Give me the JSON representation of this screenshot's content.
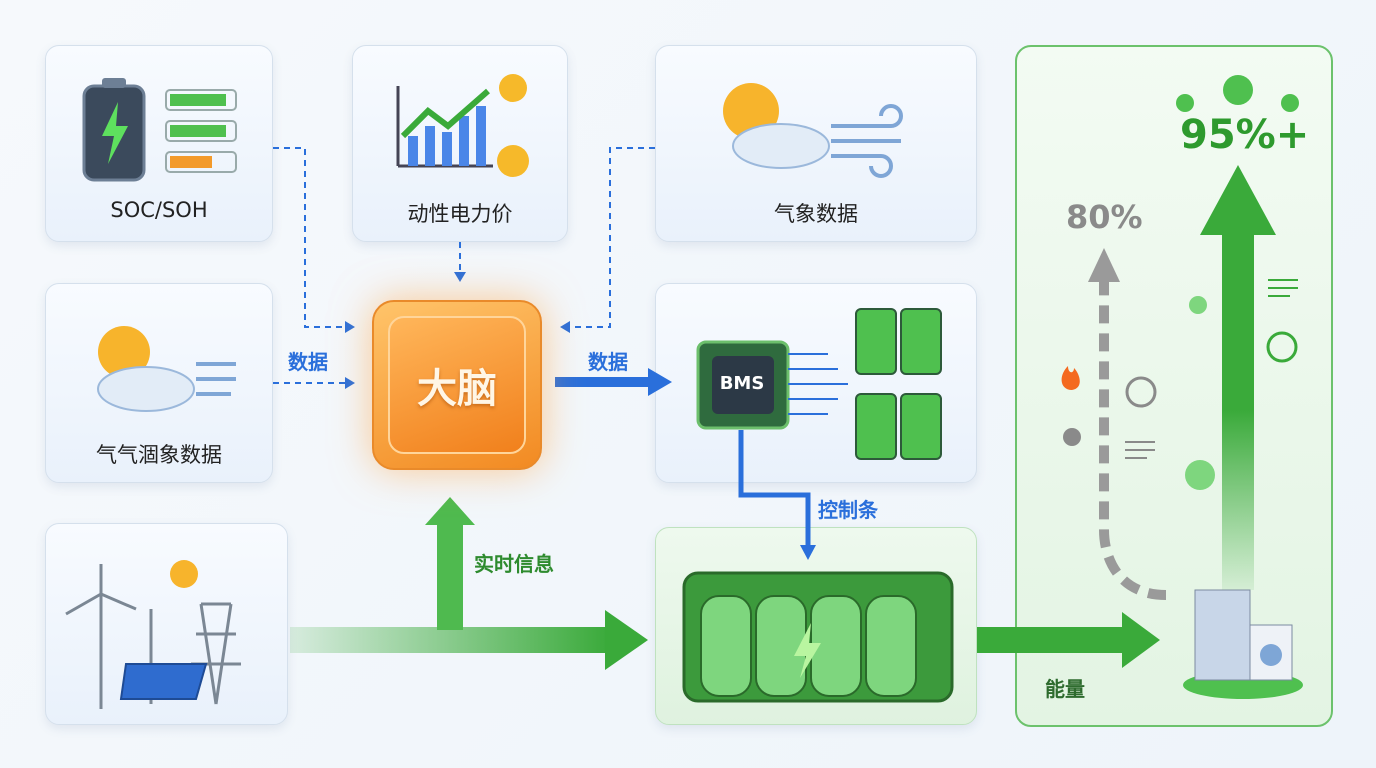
{
  "cards": {
    "soc": {
      "label": "SOC/SOH"
    },
    "price": {
      "label": "动性电力价"
    },
    "weather_top": {
      "label": "气象数据"
    },
    "weather_left": {
      "label": "气气涸象数据"
    },
    "bms": {
      "chip_label": "BMS"
    }
  },
  "brain": {
    "label": "大脑"
  },
  "flows": {
    "data_in": "数据",
    "data_out": "数据",
    "control": "控制条",
    "realtime": "实时信息",
    "energy": "能量"
  },
  "efficiency": {
    "low": "80%",
    "high": "95%+"
  },
  "colors": {
    "blue": "#2a6fdb",
    "green": "#3aaa3a",
    "orange": "#f28a22",
    "gray": "#8a8a8a"
  }
}
